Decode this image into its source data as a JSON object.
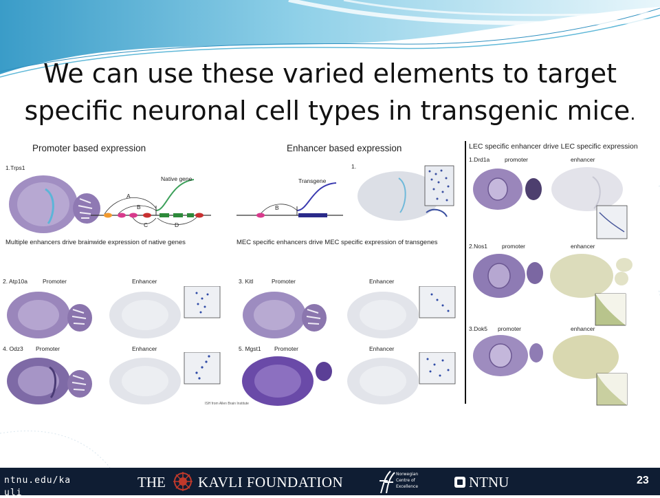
{
  "title": {
    "main": "We can use these varied elements to target specific neuronal cell types in transgenic mice",
    "period": "."
  },
  "figure_top": {
    "left_header": "Promoter based expression",
    "right_header": "Enhancer based expression",
    "sample_label": "1.Trps1",
    "native_gene_label": "Native gene",
    "transgene_label": "Transgene",
    "enhancer_letters": [
      "A",
      "B",
      "C",
      "D"
    ],
    "enhancer_letter_right": "B",
    "panel_number": "1.",
    "caption_left": "Multiple enhancers drive brainwide expression of native genes",
    "caption_right": "MEC specific enhancers drive MEC specific expression of transgenes"
  },
  "figure_bottom": {
    "panels": [
      {
        "name": "2. Atp10a",
        "promoter": "Promoter",
        "enhancer": "Enhancer"
      },
      {
        "name": "3. Kitl",
        "promoter": "Promoter",
        "enhancer": "Enhancer"
      },
      {
        "name": "4. Odz3",
        "promoter": "Promoter",
        "enhancer": "Enhancer"
      },
      {
        "name": "5. Mgst1",
        "promoter": "Promoter",
        "enhancer": "Enhancer"
      }
    ],
    "credit": "ISH from Allen Brain Institute"
  },
  "figure_right": {
    "header": "LEC specific enhancer drive LEC specific expression",
    "rows": [
      {
        "name": "1.Drd1a",
        "promoter": "promoter",
        "enhancer": "enhancer"
      },
      {
        "name": "2.Nos1",
        "promoter": "promoter",
        "enhancer": "enhancer"
      },
      {
        "name": "3.Dok5",
        "promoter": "promoter",
        "enhancer": "enhancer"
      }
    ]
  },
  "footer": {
    "url": "ntnu.edu/ka",
    "url_line2": "uli",
    "kavli_the": "THE",
    "kavli_name": "KAVLI FOUNDATION",
    "norwegian": [
      "Norwegian",
      "Centre of",
      "Excellence"
    ],
    "ntnu": "NTNU",
    "page_number": "23"
  },
  "colors": {
    "footer_bg": "#0f1d33",
    "wave_light": "#bfe6f2",
    "wave_mid": "#63c0df",
    "tissue_purple": "#9a86bb",
    "tissue_green": "#d9d8b0"
  },
  "icons": [
    "kavli-logo-icon",
    "norwegian-coe-logo-icon",
    "ntnu-logo-icon"
  ]
}
